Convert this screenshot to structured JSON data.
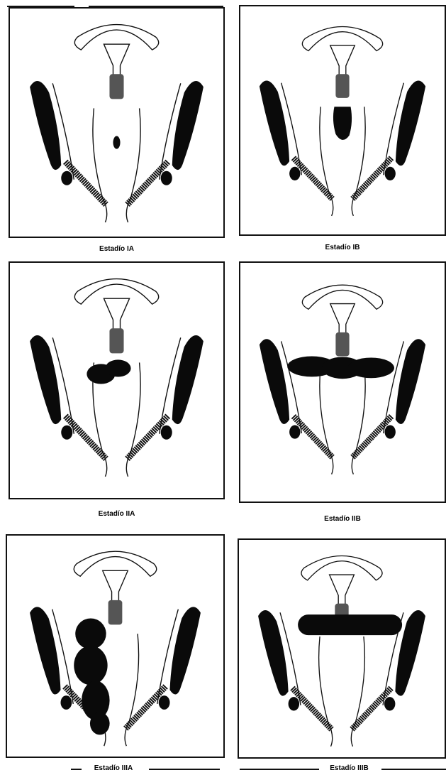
{
  "figure": {
    "panels": [
      {
        "id": "ia",
        "label": "Estadío IA",
        "lesion": "ia"
      },
      {
        "id": "ib",
        "label": "Estadío IB",
        "lesion": "ib"
      },
      {
        "id": "iia",
        "label": "Estadío IIA",
        "lesion": "iia"
      },
      {
        "id": "iib",
        "label": "Estadío IIB",
        "lesion": "iib"
      },
      {
        "id": "iiia",
        "label": "Estadío IIIA",
        "lesion": "iiia"
      },
      {
        "id": "iiib",
        "label": "Estadío IIIB",
        "lesion": "iiib"
      }
    ],
    "colors": {
      "ink": "#111111",
      "lesion": "#0a0a0a",
      "background": "#ffffff"
    }
  }
}
